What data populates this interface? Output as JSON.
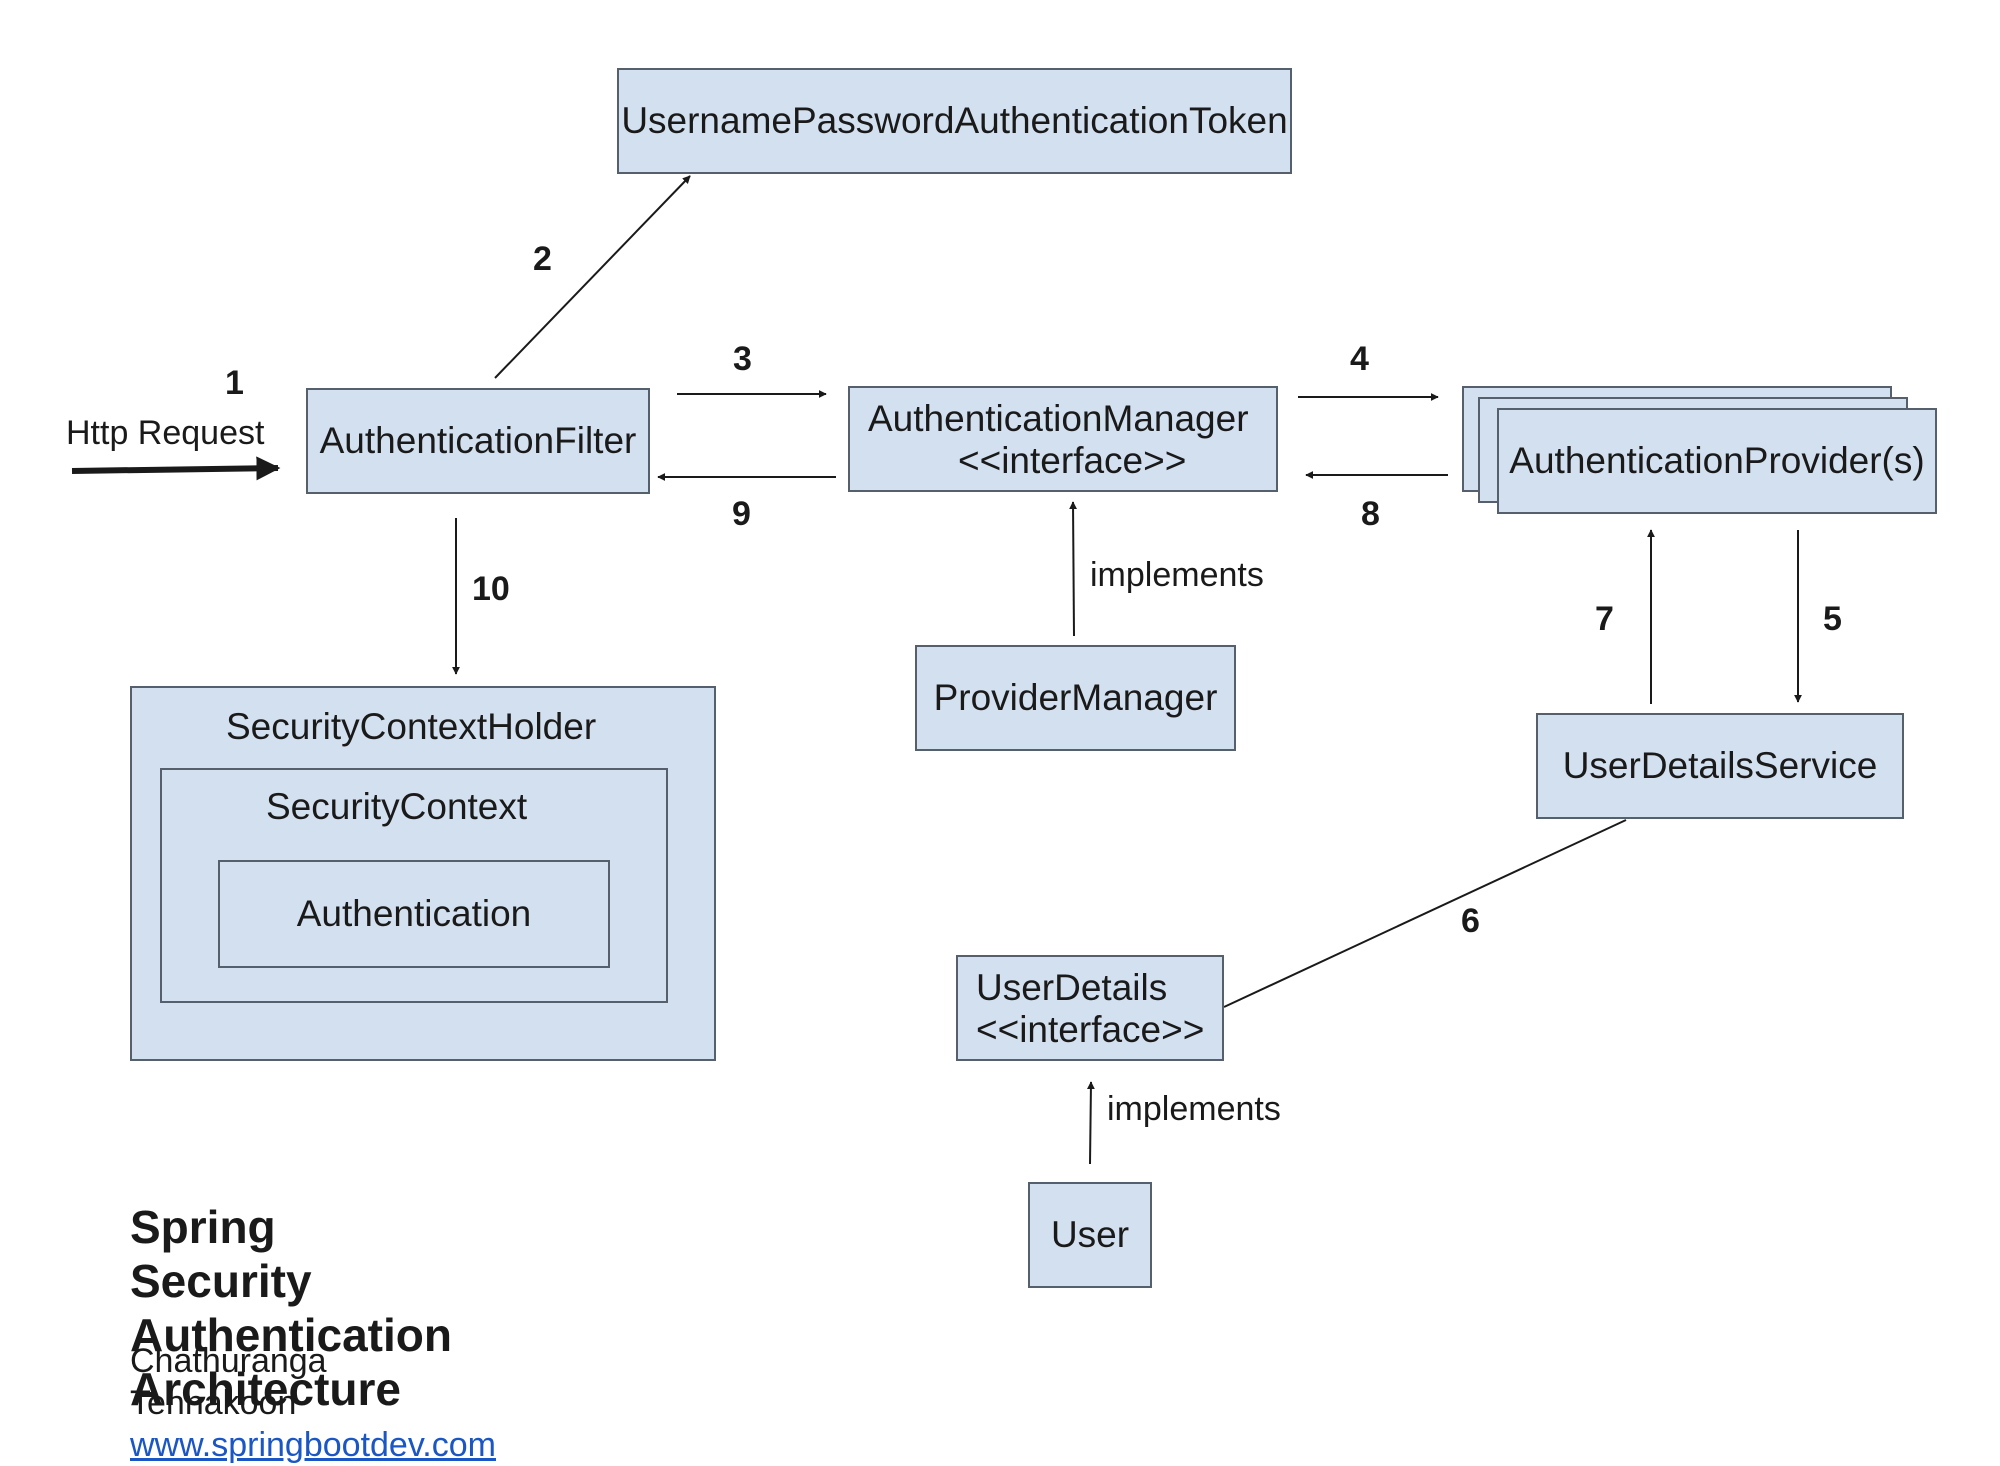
{
  "nodes": {
    "token": "UsernamePasswordAuthenticationToken",
    "filter": "AuthenticationFilter",
    "manager_name": "AuthenticationManager",
    "manager_stereotype": "<<interface>>",
    "provider": "AuthenticationProvider(s)",
    "provider_manager": "ProviderManager",
    "user_details_service": "UserDetailsService",
    "user_details_name": "UserDetails",
    "user_details_stereotype": "<<interface>>",
    "user": "User",
    "context_holder": "SecurityContextHolder",
    "context": "SecurityContext",
    "authentication": "Authentication"
  },
  "input": {
    "label": "Http Request"
  },
  "steps": {
    "s1": "1",
    "s2": "2",
    "s3": "3",
    "s4": "4",
    "s5": "5",
    "s6": "6",
    "s7": "7",
    "s8": "8",
    "s9": "9",
    "s10": "10"
  },
  "relations": {
    "implements_manager": "implements",
    "implements_userdetails": "implements"
  },
  "title": {
    "line1": "Spring Security",
    "line2": "Authentication Architecture"
  },
  "author": {
    "name": "Chathuranga Tennakoon",
    "website": "www.springbootdev.com"
  },
  "colors": {
    "box_fill": "#d3e0ef",
    "box_border": "#55606c",
    "link": "#1a56c4"
  }
}
